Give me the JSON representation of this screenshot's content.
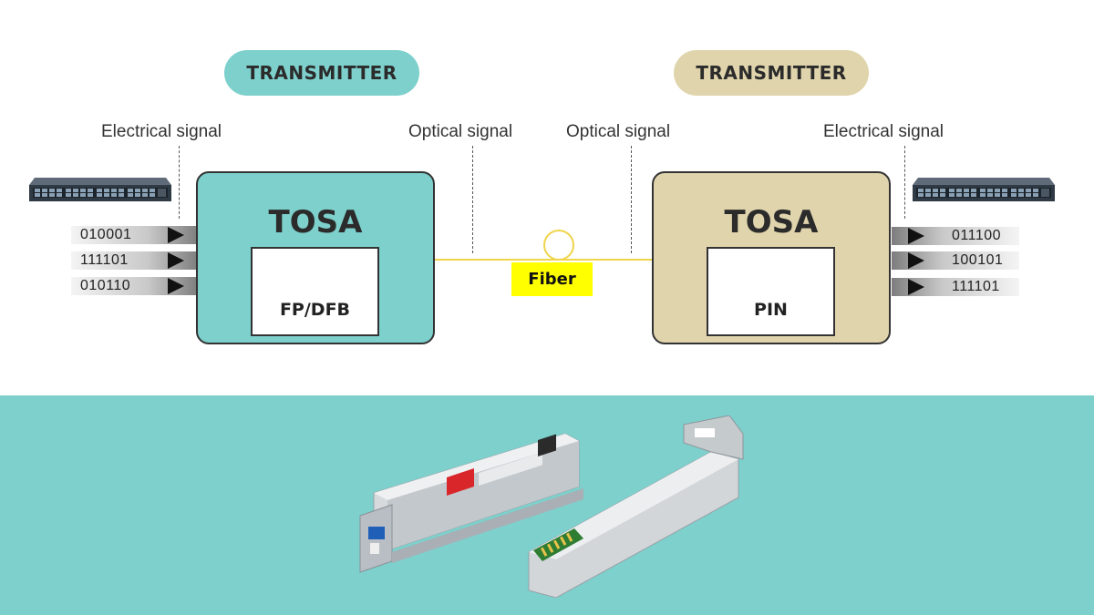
{
  "colors": {
    "left_accent": "#7dd0cc",
    "right_accent": "#e0d4ac",
    "fiber_tag": "#ffff00",
    "bottom_panel": "#7dd0cc"
  },
  "left": {
    "pill": "TRANSMITTER",
    "electrical_label": "Electrical signal",
    "optical_label": "Optical signal",
    "box_title": "TOSA",
    "inner_label": "FP/DFB",
    "bits": [
      "010001",
      "111101",
      "010110"
    ]
  },
  "right": {
    "pill": "TRANSMITTER",
    "electrical_label": "Electrical signal",
    "optical_label": "Optical signal",
    "box_title": "TOSA",
    "inner_label": "PIN",
    "bits": [
      "011100",
      "100101",
      "111101"
    ]
  },
  "fiber": {
    "label": "Fiber"
  },
  "icons": {
    "switch": "network-switch-icon",
    "arrow": "arrow-right-icon",
    "module": "sfp-transceiver-module-icon"
  }
}
